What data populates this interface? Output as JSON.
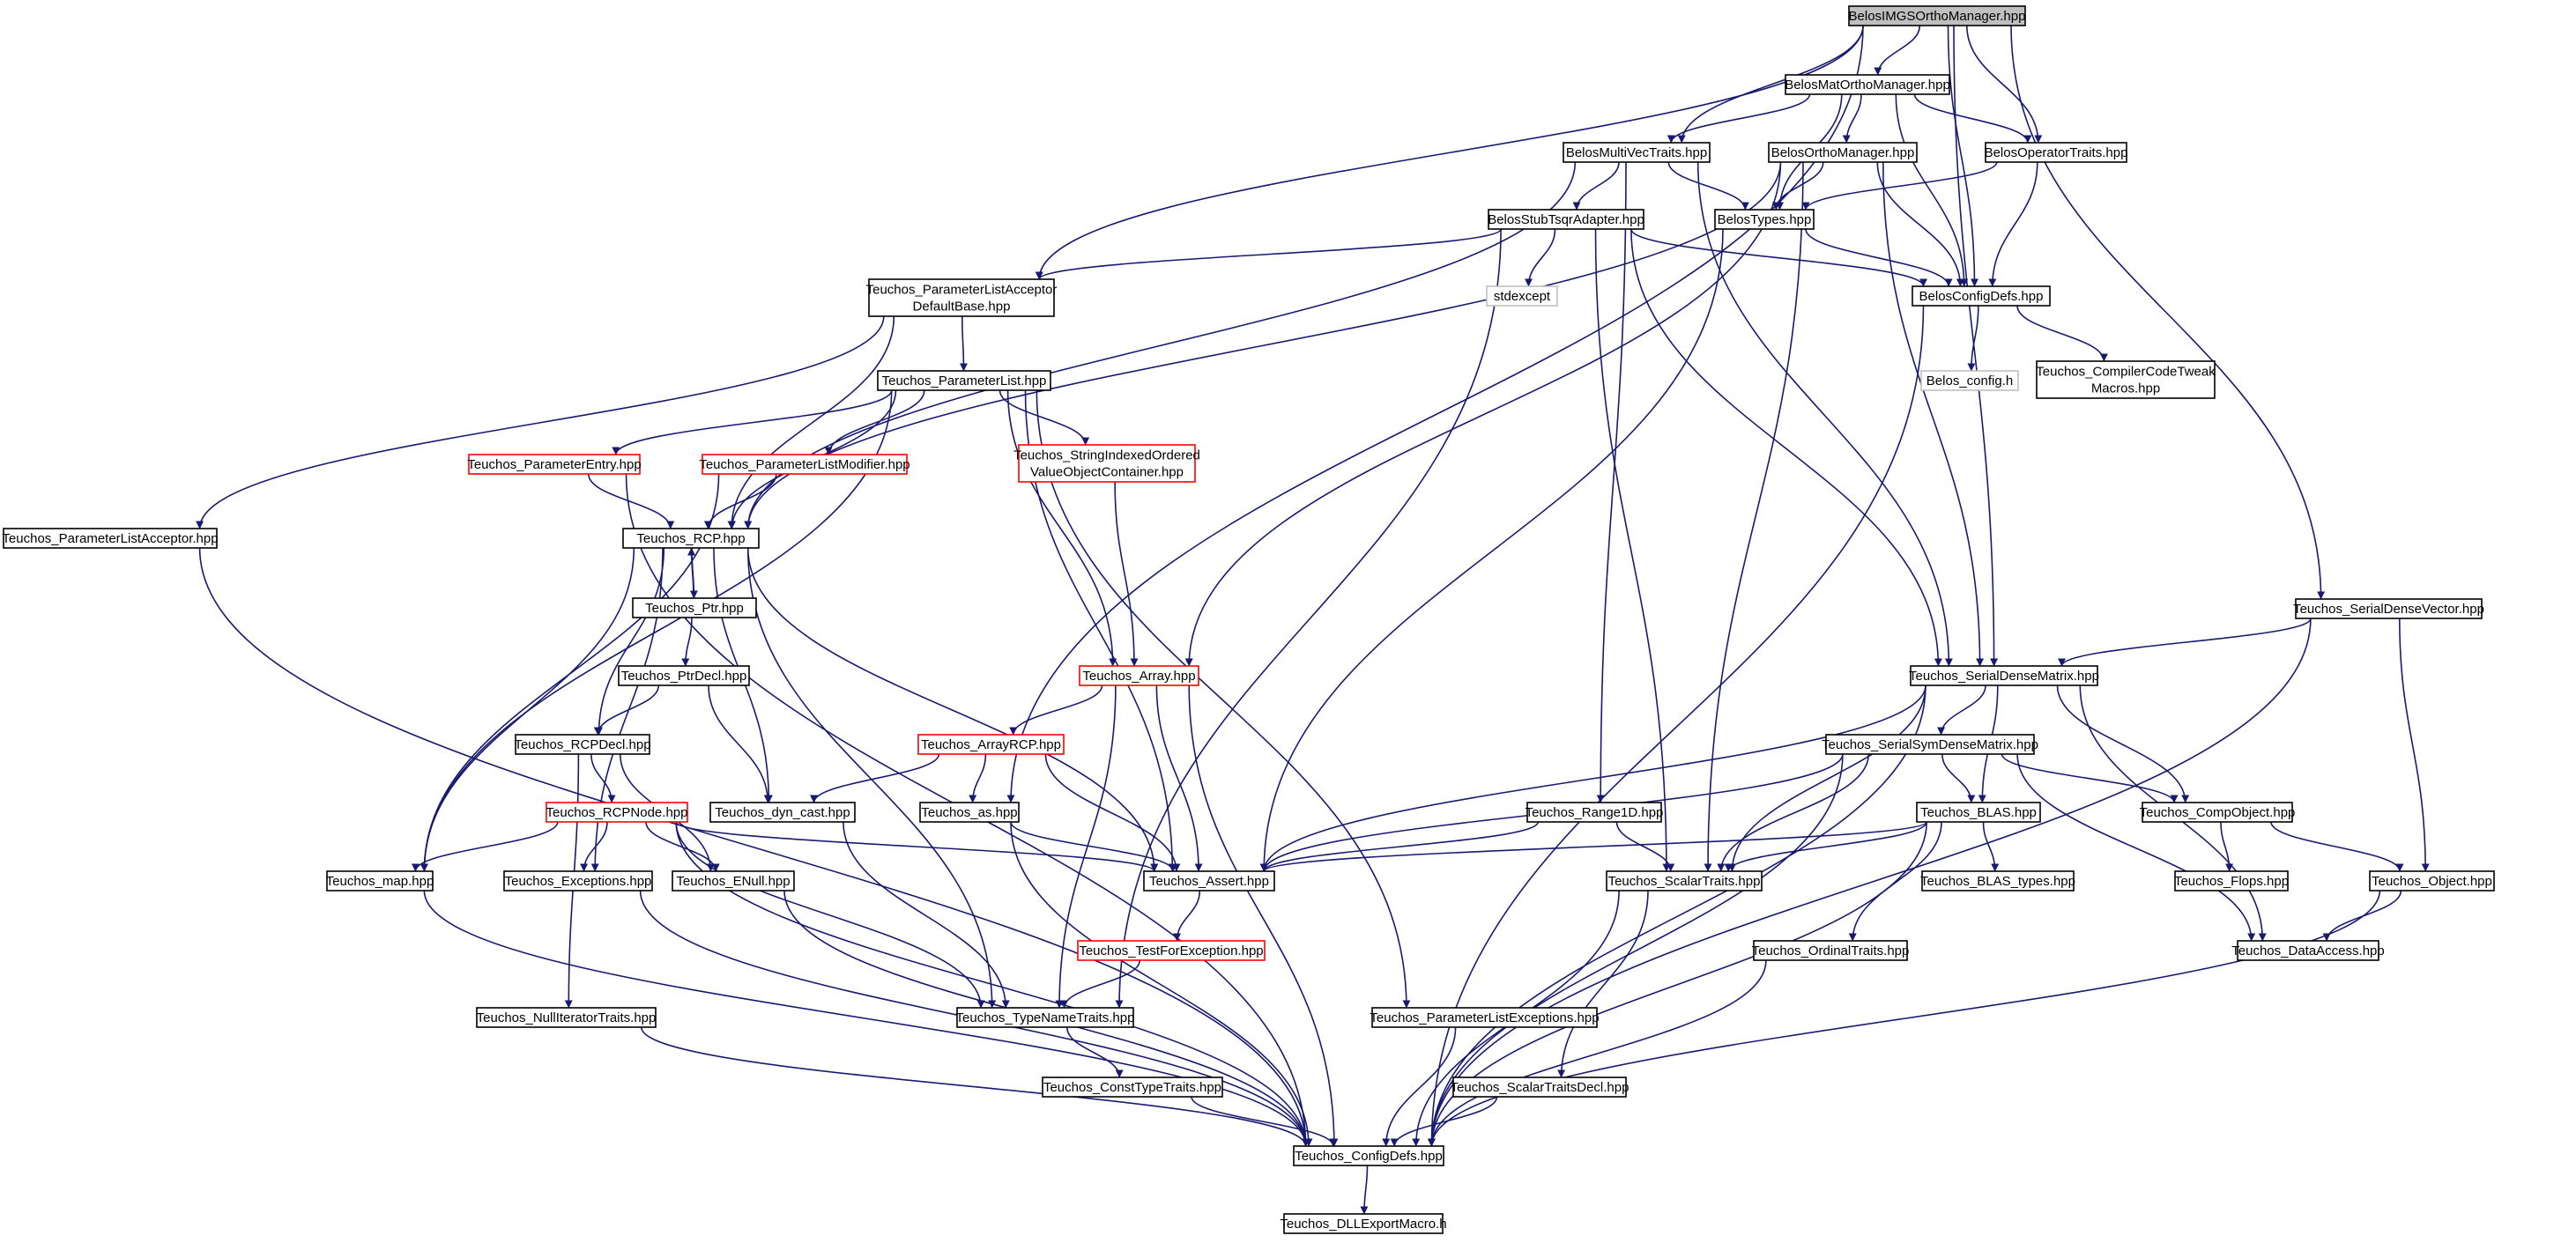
{
  "nodes": [
    {
      "id": "root",
      "lines": [
        "BelosIMGSOrthoManager.hpp"
      ],
      "style": "root"
    },
    {
      "id": "matortho",
      "lines": [
        "BelosMatOrthoManager.hpp"
      ],
      "style": "normal"
    },
    {
      "id": "multivec",
      "lines": [
        "BelosMultiVecTraits.hpp"
      ],
      "style": "normal"
    },
    {
      "id": "orthomgr",
      "lines": [
        "BelosOrthoManager.hpp"
      ],
      "style": "normal"
    },
    {
      "id": "optraits",
      "lines": [
        "BelosOperatorTraits.hpp"
      ],
      "style": "normal"
    },
    {
      "id": "stubtsqr",
      "lines": [
        "BelosStubTsqrAdapter.hpp"
      ],
      "style": "normal"
    },
    {
      "id": "belostypes",
      "lines": [
        "BelosTypes.hpp"
      ],
      "style": "normal"
    },
    {
      "id": "plaDefault",
      "lines": [
        "Teuchos_ParameterListAcceptor",
        "DefaultBase.hpp"
      ],
      "style": "normal"
    },
    {
      "id": "stdexcept",
      "lines": [
        "stdexcept"
      ],
      "style": "gray"
    },
    {
      "id": "belosconfig",
      "lines": [
        "BelosConfigDefs.hpp"
      ],
      "style": "normal"
    },
    {
      "id": "belosconfigh",
      "lines": [
        "Belos_config.h"
      ],
      "style": "gray"
    },
    {
      "id": "compilertweak",
      "lines": [
        "Teuchos_CompilerCodeTweak",
        "Macros.hpp"
      ],
      "style": "normal"
    },
    {
      "id": "paramlist",
      "lines": [
        "Teuchos_ParameterList.hpp"
      ],
      "style": "normal"
    },
    {
      "id": "paramentry",
      "lines": [
        "Teuchos_ParameterEntry.hpp"
      ],
      "style": "red"
    },
    {
      "id": "plmodifier",
      "lines": [
        "Teuchos_ParameterListModifier.hpp"
      ],
      "style": "red"
    },
    {
      "id": "stringindexed",
      "lines": [
        "Teuchos_StringIndexedOrdered",
        "ValueObjectContainer.hpp"
      ],
      "style": "red"
    },
    {
      "id": "plaacceptor",
      "lines": [
        "Teuchos_ParameterListAcceptor.hpp"
      ],
      "style": "normal"
    },
    {
      "id": "rcp",
      "lines": [
        "Teuchos_RCP.hpp"
      ],
      "style": "normal"
    },
    {
      "id": "ptr",
      "lines": [
        "Teuchos_Ptr.hpp"
      ],
      "style": "normal"
    },
    {
      "id": "ptrdecl",
      "lines": [
        "Teuchos_PtrDecl.hpp"
      ],
      "style": "normal"
    },
    {
      "id": "rcpdecl",
      "lines": [
        "Teuchos_RCPDecl.hpp"
      ],
      "style": "normal"
    },
    {
      "id": "rcpnode",
      "lines": [
        "Teuchos_RCPNode.hpp"
      ],
      "style": "red"
    },
    {
      "id": "array",
      "lines": [
        "Teuchos_Array.hpp"
      ],
      "style": "red"
    },
    {
      "id": "arrayrcp",
      "lines": [
        "Teuchos_ArrayRCP.hpp"
      ],
      "style": "red"
    },
    {
      "id": "dyncast",
      "lines": [
        "Teuchos_dyn_cast.hpp"
      ],
      "style": "normal"
    },
    {
      "id": "as",
      "lines": [
        "Teuchos_as.hpp"
      ],
      "style": "normal"
    },
    {
      "id": "map",
      "lines": [
        "Teuchos_map.hpp"
      ],
      "style": "normal"
    },
    {
      "id": "exceptions",
      "lines": [
        "Teuchos_Exceptions.hpp"
      ],
      "style": "normal"
    },
    {
      "id": "enull",
      "lines": [
        "Teuchos_ENull.hpp"
      ],
      "style": "normal"
    },
    {
      "id": "assert",
      "lines": [
        "Teuchos_Assert.hpp"
      ],
      "style": "normal"
    },
    {
      "id": "testforexc",
      "lines": [
        "Teuchos_TestForException.hpp"
      ],
      "style": "red"
    },
    {
      "id": "typename",
      "lines": [
        "Teuchos_TypeNameTraits.hpp"
      ],
      "style": "normal"
    },
    {
      "id": "nulliter",
      "lines": [
        "Teuchos_NullIteratorTraits.hpp"
      ],
      "style": "normal"
    },
    {
      "id": "consttype",
      "lines": [
        "Teuchos_ConstTypeTraits.hpp"
      ],
      "style": "normal"
    },
    {
      "id": "plexceptions",
      "lines": [
        "Teuchos_ParameterListExceptions.hpp"
      ],
      "style": "normal"
    },
    {
      "id": "range1d",
      "lines": [
        "Teuchos_Range1D.hpp"
      ],
      "style": "normal"
    },
    {
      "id": "scalartraits",
      "lines": [
        "Teuchos_ScalarTraits.hpp"
      ],
      "style": "normal"
    },
    {
      "id": "scalardecl",
      "lines": [
        "Teuchos_ScalarTraitsDecl.hpp"
      ],
      "style": "normal"
    },
    {
      "id": "configdefs",
      "lines": [
        "Teuchos_ConfigDefs.hpp"
      ],
      "style": "normal"
    },
    {
      "id": "dllexport",
      "lines": [
        "Teuchos_DLLExportMacro.h"
      ],
      "style": "normal"
    },
    {
      "id": "sdvector",
      "lines": [
        "Teuchos_SerialDenseVector.hpp"
      ],
      "style": "normal"
    },
    {
      "id": "sdmatrix",
      "lines": [
        "Teuchos_SerialDenseMatrix.hpp"
      ],
      "style": "normal"
    },
    {
      "id": "ssdmatrix",
      "lines": [
        "Teuchos_SerialSymDenseMatrix.hpp"
      ],
      "style": "normal"
    },
    {
      "id": "blas",
      "lines": [
        "Teuchos_BLAS.hpp"
      ],
      "style": "normal"
    },
    {
      "id": "compobject",
      "lines": [
        "Teuchos_CompObject.hpp"
      ],
      "style": "normal"
    },
    {
      "id": "flops",
      "lines": [
        "Teuchos_Flops.hpp"
      ],
      "style": "normal"
    },
    {
      "id": "object",
      "lines": [
        "Teuchos_Object.hpp"
      ],
      "style": "normal"
    },
    {
      "id": "blastypes",
      "lines": [
        "Teuchos_BLAS_types.hpp"
      ],
      "style": "normal"
    },
    {
      "id": "ordinal",
      "lines": [
        "Teuchos_OrdinalTraits.hpp"
      ],
      "style": "normal"
    },
    {
      "id": "dataaccess",
      "lines": [
        "Teuchos_DataAccess.hpp"
      ],
      "style": "normal"
    }
  ],
  "edges": [
    [
      "root",
      "matortho"
    ],
    [
      "root",
      "multivec"
    ],
    [
      "root",
      "optraits"
    ],
    [
      "root",
      "belosconfig"
    ],
    [
      "root",
      "plaDefault"
    ],
    [
      "root",
      "as"
    ],
    [
      "root",
      "sdmatrix"
    ],
    [
      "root",
      "sdvector"
    ],
    [
      "matortho",
      "multivec"
    ],
    [
      "matortho",
      "orthomgr"
    ],
    [
      "matortho",
      "optraits"
    ],
    [
      "matortho",
      "belostypes"
    ],
    [
      "matortho",
      "belosconfig"
    ],
    [
      "multivec",
      "belostypes"
    ],
    [
      "multivec",
      "stubtsqr"
    ],
    [
      "multivec",
      "rcp"
    ],
    [
      "multivec",
      "range1d"
    ],
    [
      "multivec",
      "sdmatrix"
    ],
    [
      "orthomgr",
      "belostypes"
    ],
    [
      "orthomgr",
      "belosconfig"
    ],
    [
      "orthomgr",
      "sdmatrix"
    ],
    [
      "orthomgr",
      "array"
    ],
    [
      "orthomgr",
      "rcp"
    ],
    [
      "orthomgr",
      "scalartraits"
    ],
    [
      "optraits",
      "belostypes"
    ],
    [
      "optraits",
      "belosconfig"
    ],
    [
      "stubtsqr",
      "plaDefault"
    ],
    [
      "stubtsqr",
      "stdexcept"
    ],
    [
      "stubtsqr",
      "belosconfig"
    ],
    [
      "stubtsqr",
      "typename"
    ],
    [
      "stubtsqr",
      "scalartraits"
    ],
    [
      "stubtsqr",
      "sdmatrix"
    ],
    [
      "belostypes",
      "belosconfig"
    ],
    [
      "belostypes",
      "assert"
    ],
    [
      "belosconfig",
      "belosconfigh"
    ],
    [
      "belosconfig",
      "compilertweak"
    ],
    [
      "belosconfig",
      "configdefs"
    ],
    [
      "plaDefault",
      "paramlist"
    ],
    [
      "plaDefault",
      "plaacceptor"
    ],
    [
      "plaDefault",
      "rcp"
    ],
    [
      "paramlist",
      "paramentry"
    ],
    [
      "paramlist",
      "plmodifier"
    ],
    [
      "paramlist",
      "stringindexed"
    ],
    [
      "paramlist",
      "rcp"
    ],
    [
      "paramlist",
      "array"
    ],
    [
      "paramlist",
      "map"
    ],
    [
      "paramlist",
      "assert"
    ],
    [
      "paramlist",
      "plexceptions"
    ],
    [
      "paramentry",
      "rcp"
    ],
    [
      "paramentry",
      "configdefs"
    ],
    [
      "plmodifier",
      "rcp"
    ],
    [
      "plmodifier",
      "map"
    ],
    [
      "stringindexed",
      "array"
    ],
    [
      "plaacceptor",
      "configdefs"
    ],
    [
      "rcp",
      "ptr"
    ],
    [
      "rcp",
      "rcpdecl"
    ],
    [
      "rcp",
      "dyncast"
    ],
    [
      "rcp",
      "map"
    ],
    [
      "rcp",
      "exceptions"
    ],
    [
      "rcp",
      "typename"
    ],
    [
      "rcp",
      "assert"
    ],
    [
      "ptr",
      "rcp"
    ],
    [
      "ptr",
      "ptrdecl"
    ],
    [
      "ptrdecl",
      "rcpdecl"
    ],
    [
      "ptrdecl",
      "dyncast"
    ],
    [
      "rcpdecl",
      "rcpnode"
    ],
    [
      "rcpdecl",
      "nulliter"
    ],
    [
      "rcpdecl",
      "enull"
    ],
    [
      "rcpnode",
      "map"
    ],
    [
      "rcpnode",
      "exceptions"
    ],
    [
      "rcpnode",
      "enull"
    ],
    [
      "rcpnode",
      "assert"
    ],
    [
      "rcpnode",
      "typename"
    ],
    [
      "rcpnode",
      "configdefs"
    ],
    [
      "array",
      "arrayrcp"
    ],
    [
      "array",
      "assert"
    ],
    [
      "array",
      "typename"
    ],
    [
      "array",
      "configdefs"
    ],
    [
      "arrayrcp",
      "dyncast"
    ],
    [
      "arrayrcp",
      "as"
    ],
    [
      "arrayrcp",
      "assert"
    ],
    [
      "dyncast",
      "typename"
    ],
    [
      "as",
      "assert"
    ],
    [
      "as",
      "configdefs"
    ],
    [
      "map",
      "configdefs"
    ],
    [
      "exceptions",
      "configdefs"
    ],
    [
      "enull",
      "configdefs"
    ],
    [
      "assert",
      "testforexc"
    ],
    [
      "testforexc",
      "typename"
    ],
    [
      "typename",
      "consttype"
    ],
    [
      "consttype",
      "configdefs"
    ],
    [
      "nulliter",
      "configdefs"
    ],
    [
      "plexceptions",
      "configdefs"
    ],
    [
      "range1d",
      "assert"
    ],
    [
      "range1d",
      "scalartraits"
    ],
    [
      "scalartraits",
      "scalardecl"
    ],
    [
      "scalartraits",
      "configdefs"
    ],
    [
      "scalardecl",
      "configdefs"
    ],
    [
      "configdefs",
      "dllexport"
    ],
    [
      "sdvector",
      "sdmatrix"
    ],
    [
      "sdvector",
      "object"
    ],
    [
      "sdvector",
      "configdefs"
    ],
    [
      "sdmatrix",
      "ssdmatrix"
    ],
    [
      "sdmatrix",
      "blas"
    ],
    [
      "sdmatrix",
      "compobject"
    ],
    [
      "sdmatrix",
      "dataaccess"
    ],
    [
      "sdmatrix",
      "assert"
    ],
    [
      "sdmatrix",
      "scalartraits"
    ],
    [
      "sdmatrix",
      "configdefs"
    ],
    [
      "ssdmatrix",
      "blas"
    ],
    [
      "ssdmatrix",
      "compobject"
    ],
    [
      "ssdmatrix",
      "dataaccess"
    ],
    [
      "ssdmatrix",
      "assert"
    ],
    [
      "ssdmatrix",
      "scalartraits"
    ],
    [
      "ssdmatrix",
      "configdefs"
    ],
    [
      "blas",
      "blastypes"
    ],
    [
      "blas",
      "ordinal"
    ],
    [
      "blas",
      "assert"
    ],
    [
      "blas",
      "scalartraits"
    ],
    [
      "blas",
      "configdefs"
    ],
    [
      "compobject",
      "flops"
    ],
    [
      "compobject",
      "object"
    ],
    [
      "object",
      "dataaccess"
    ],
    [
      "object",
      "configdefs"
    ],
    [
      "ordinal",
      "configdefs"
    ]
  ],
  "colors": {
    "edge": "#191970",
    "box_border": "#000000",
    "red_border": "#ff0000",
    "gray_border": "#bfbfbf",
    "root_fill": "#bfbfbf"
  }
}
